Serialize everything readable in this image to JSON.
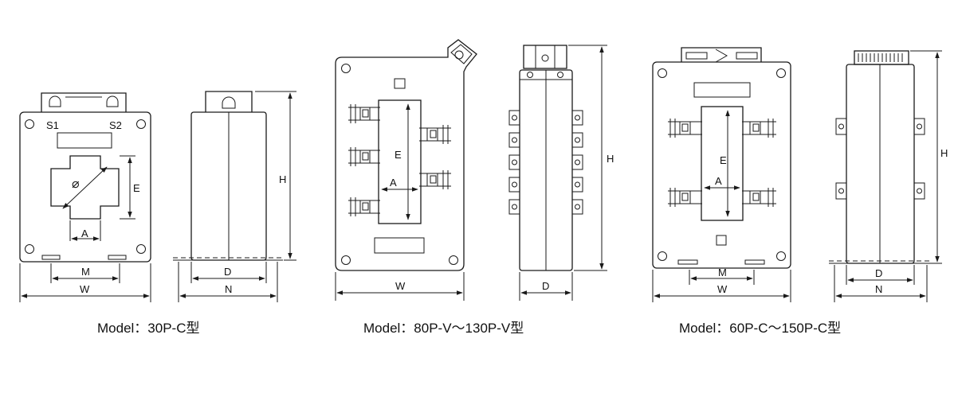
{
  "models": [
    {
      "caption": "Model：30P-C型",
      "labels": {
        "top_left": "S1",
        "top_right": "S2",
        "diameter": "⌀",
        "e": "E",
        "a": "A",
        "m": "M",
        "w": "W",
        "h": "H",
        "d": "D",
        "n": "N"
      }
    },
    {
      "caption": "Model：80P-V～130P-V型",
      "labels": {
        "e": "E",
        "a": "A",
        "w": "W",
        "h": "H",
        "d": "D"
      }
    },
    {
      "caption": "Model：60P-C～150P-C型",
      "labels": {
        "e": "E",
        "a": "A",
        "m": "M",
        "w": "W",
        "h": "H",
        "d": "D",
        "n": "N"
      }
    }
  ]
}
